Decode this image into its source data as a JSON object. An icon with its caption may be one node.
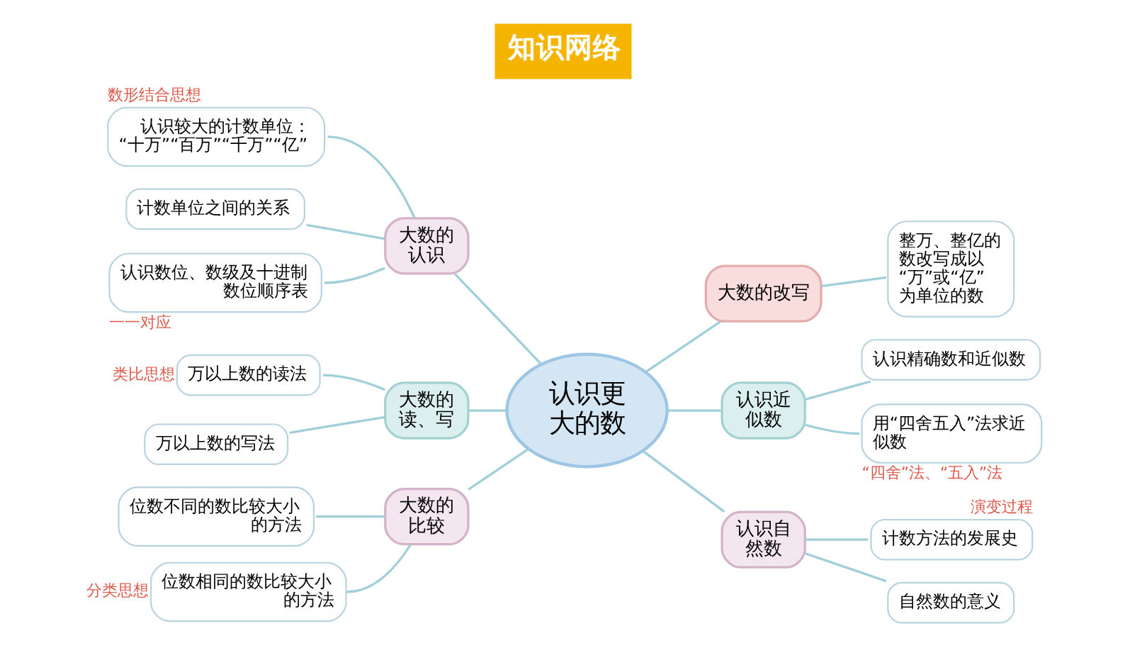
{
  "diagram": {
    "title": "知识网络",
    "nodes": [
      {
        "text": [
          "认识更大的数"
        ]
      },
      {
        "text": [
          "大数的认识"
        ]
      },
      {
        "text": [
          "认识较大的计数单位：“十万”“百万”“千万”“亿”"
        ],
        "beside": [
          "数形结合思想"
        ]
      },
      {
        "text": [
          "计数单位之间的关系"
        ]
      },
      {
        "text": [
          "认识数位、数级及十进制数位顺序表"
        ],
        "beside": [
          "一一对应"
        ]
      },
      {
        "text": [
          "大数的读、写"
        ]
      },
      {
        "text": [
          "万以上数的读法"
        ],
        "beside": [
          "类比思想"
        ]
      },
      {
        "text": [
          "万以上数的写法"
        ]
      },
      {
        "text": [
          "大数的比较"
        ]
      },
      {
        "text": [
          "位数不同的数比较大小的方法"
        ]
      },
      {
        "text": [
          "位数相同的数比较大小的方法"
        ],
        "beside": [
          "分类思想"
        ]
      },
      {
        "text": [
          "大数的改写"
        ]
      },
      {
        "text": [
          "整万、整亿的数改写成以“万”或“亿”为单位的数"
        ]
      },
      {
        "text": [
          "认识近似数"
        ]
      },
      {
        "text": [
          "认识精确数和近似数"
        ]
      },
      {
        "text": [
          "用“四舍五入”法求近似数"
        ],
        "beside": [
          "“四舍”法、“五入”法"
        ]
      },
      {
        "text": [
          "认识自然数"
        ]
      },
      {
        "text": [
          "计数方法的发展史"
        ],
        "beside": [
          "演变过程"
        ]
      },
      {
        "text": [
          "自然数的意义"
        ]
      }
    ],
    "edges": [
      {
        "from": 2,
        "to": 1,
        "arrow": "none"
      },
      {
        "from": 3,
        "to": 1,
        "arrow": "none"
      },
      {
        "from": 4,
        "to": 1,
        "arrow": "none"
      },
      {
        "from": 1,
        "to": 0,
        "arrow": "none"
      },
      {
        "from": 6,
        "to": 5,
        "arrow": "none"
      },
      {
        "from": 7,
        "to": 5,
        "arrow": "none"
      },
      {
        "from": 5,
        "to": 0,
        "arrow": "none"
      },
      {
        "from": 9,
        "to": 8,
        "arrow": "none"
      },
      {
        "from": 10,
        "to": 8,
        "arrow": "none"
      },
      {
        "from": 8,
        "to": 0,
        "arrow": "none"
      },
      {
        "from": 0,
        "to": 11,
        "arrow": "none"
      },
      {
        "from": 11,
        "to": 12,
        "arrow": "none"
      },
      {
        "from": 0,
        "to": 13,
        "arrow": "none"
      },
      {
        "from": 13,
        "to": 14,
        "arrow": "none"
      },
      {
        "from": 13,
        "to": 15,
        "arrow": "none"
      },
      {
        "from": 0,
        "to": 16,
        "arrow": "none"
      },
      {
        "from": 16,
        "to": 17,
        "arrow": "none"
      },
      {
        "from": 16,
        "to": 18,
        "arrow": "none"
      }
    ]
  }
}
